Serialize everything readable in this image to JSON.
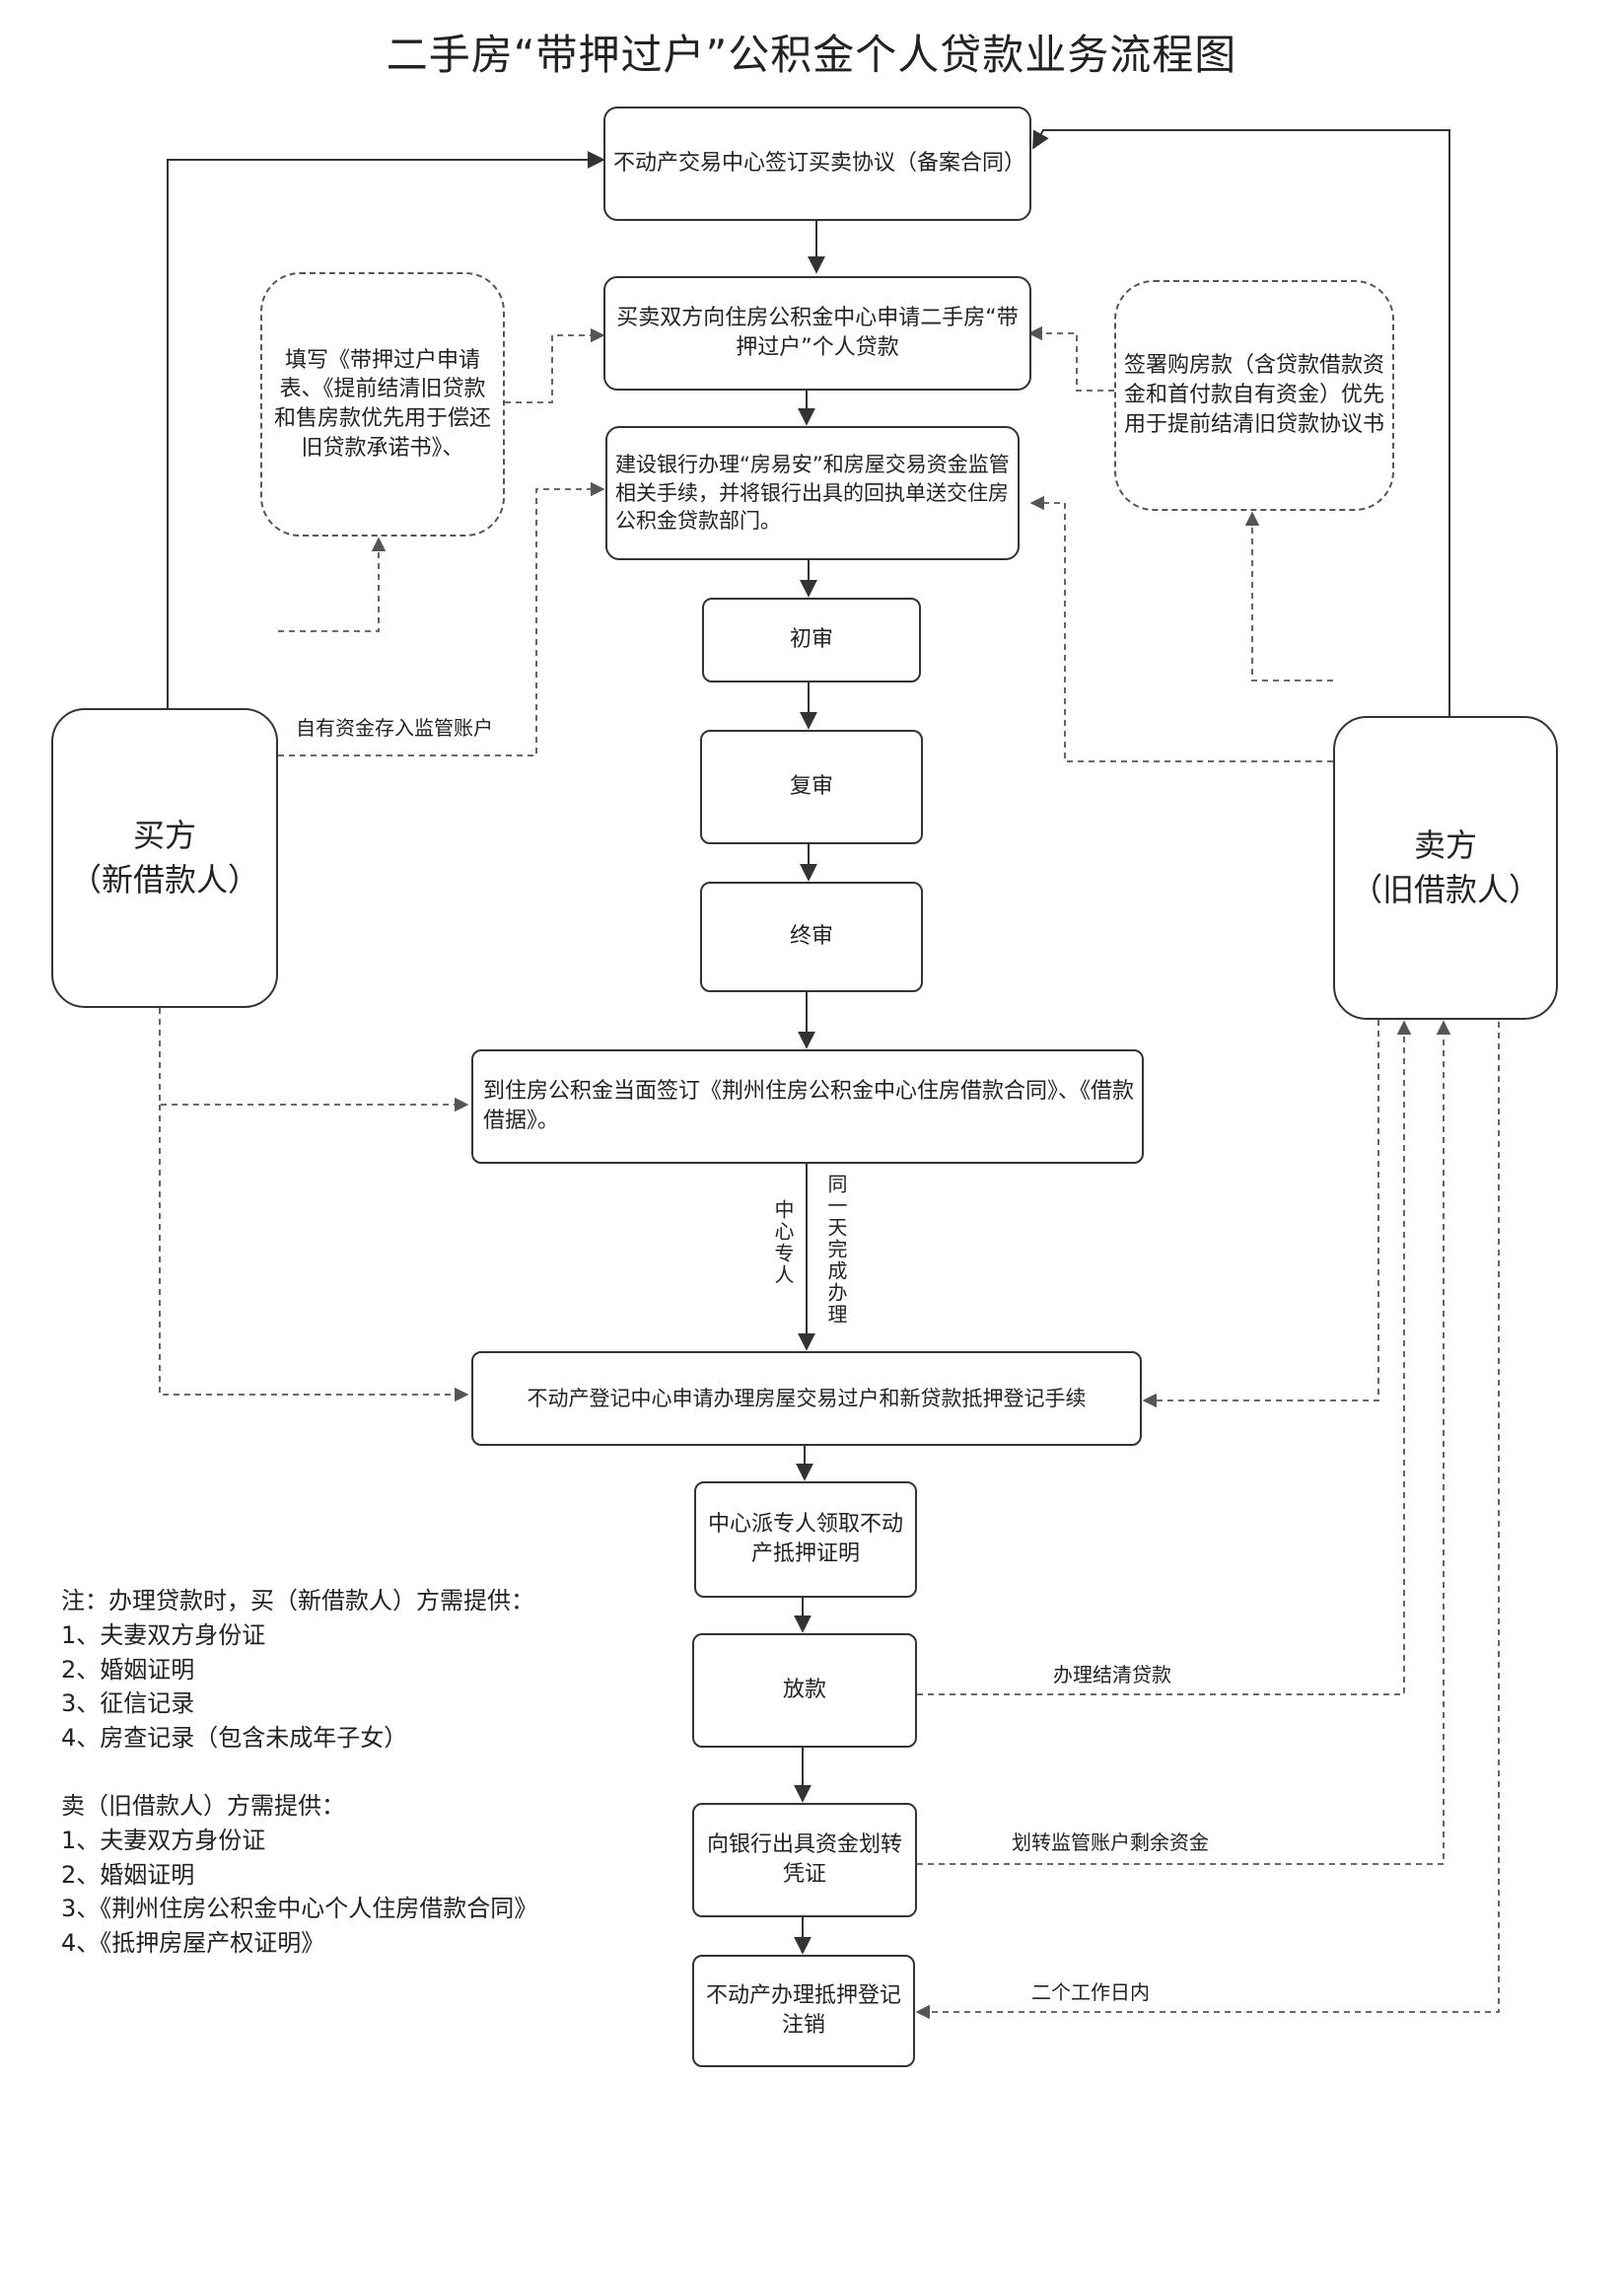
{
  "title": "二手房“带押过户”公积金个人贷款业务流程图",
  "boxes": {
    "b1": "不动产交易中心签订买卖协议（备案合同）",
    "b2": "买卖双方向住房公积金中心申请二手房“带押过户”个人贷款",
    "b3": "建设银行办理“房易安”和房屋交易资金监管相关手续，并将银行出具的回执单送交住房公积金贷款部门。",
    "chushen": "初审",
    "fushen": "复审",
    "zhongshen": "终审",
    "contract": "到住房公积金当面签订《荆州住房公积金中心住房借款合同》、《借款借据》。",
    "register": "不动产登记中心申请办理房屋交易过户和新贷款抵押登记手续",
    "collect": "中心派专人领取不动产抵押证明",
    "fangkuan": "放款",
    "voucher": "向银行出具资金划转凭证",
    "cancel": "不动产办理抵押登记注销",
    "buyer_fill": "填写《带押过户申请表、《提前结清旧贷款和售房款优先用于偿还旧贷款承诺书》、",
    "seller_sign": "签署购房款（含贷款借款资金和首付款自有资金）优先用于提前结清旧贷款协议书",
    "buyer": [
      "买方",
      "（新借款人）"
    ],
    "seller": [
      "卖方",
      "（旧借款人）"
    ]
  },
  "labels": {
    "deposit": "自有资金存入监管账户",
    "center_staff": "中心专人",
    "same_day": "同一天完成办理",
    "settle": "办理结清贷款",
    "transfer": "划转监管账户剩余资金",
    "two_days": "二个工作日内"
  },
  "notes": {
    "buyer_title": "注：办理贷款时，买（新借款人）方需提供：",
    "buyer_items": [
      "1、夫妻双方身份证",
      "2、婚姻证明",
      "3、征信记录",
      "4、房查记录（包含未成年子女）"
    ],
    "seller_title": "卖（旧借款人）方需提供：",
    "seller_items": [
      "1、夫妻双方身份证",
      "2、婚姻证明",
      "3、《荆州住房公积金中心个人住房借款合同》",
      "4、《抵押房屋产权证明》"
    ]
  }
}
